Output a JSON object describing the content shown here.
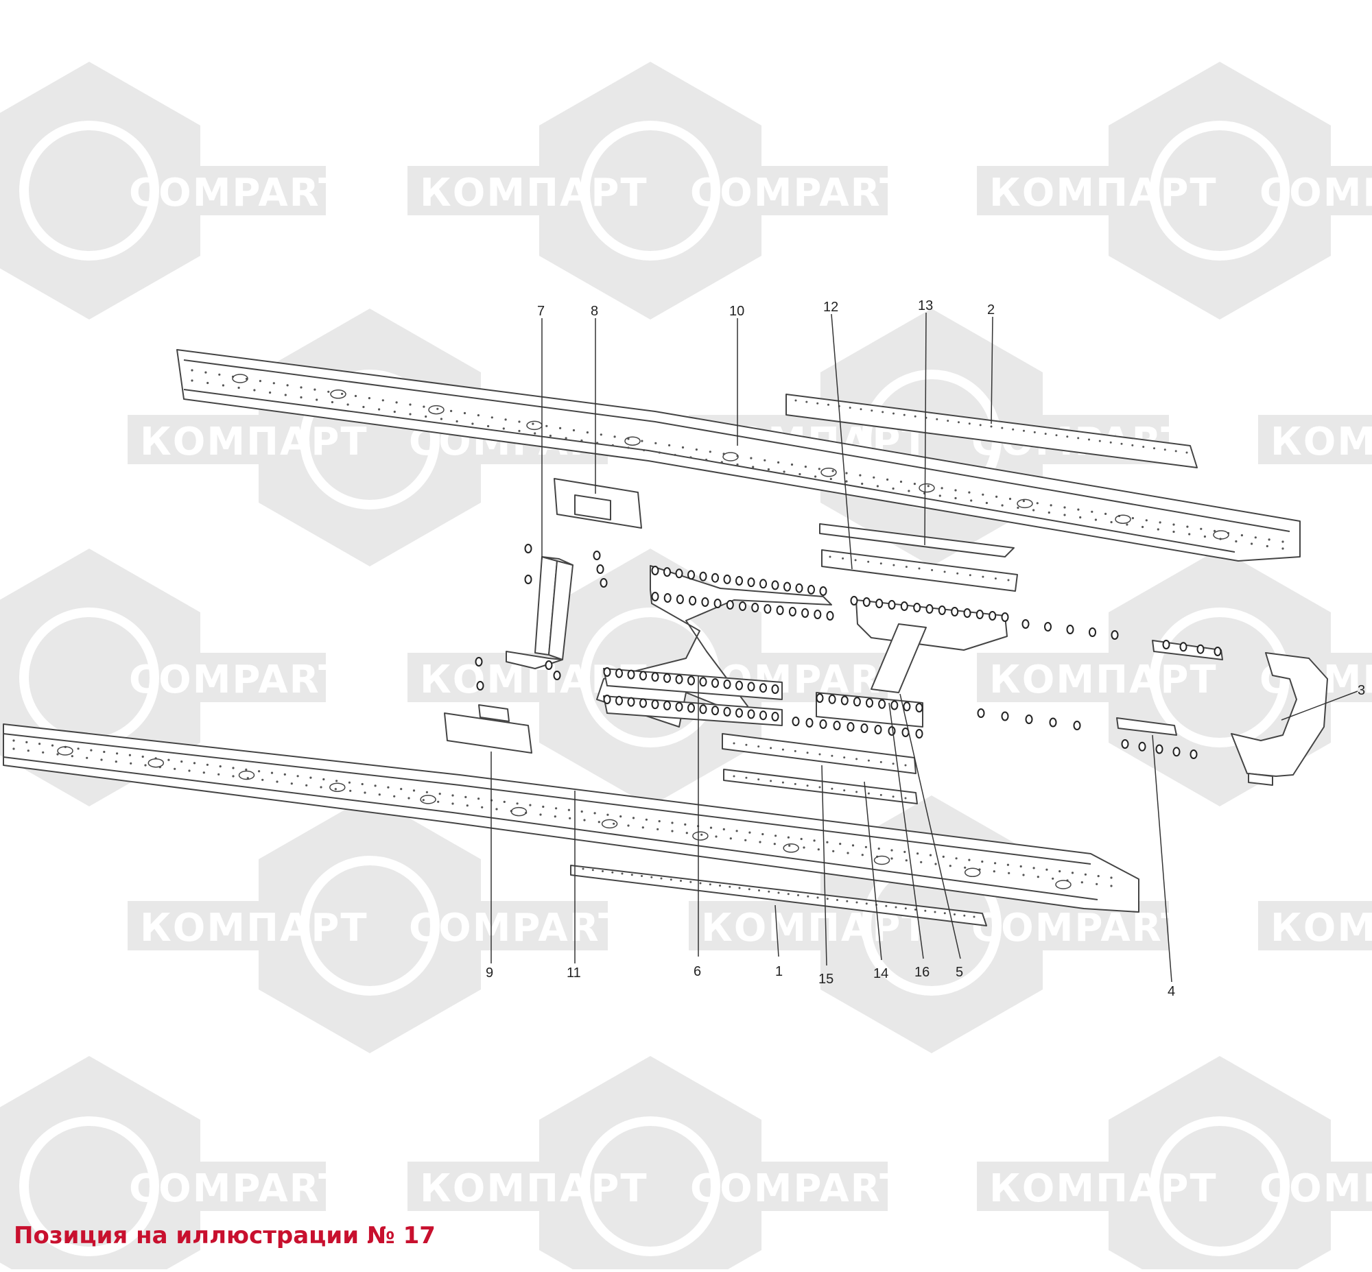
{
  "watermark": {
    "text_cyrillic": "КОМПАРТ",
    "text_latin": "COMPART",
    "color": "#e6e6e6"
  },
  "callouts": [
    "1",
    "2",
    "3",
    "4",
    "5",
    "6",
    "7",
    "8",
    "9",
    "10",
    "11",
    "12",
    "13",
    "14",
    "15",
    "16"
  ],
  "footer": {
    "caption": "Позиция на иллюстрации № 17",
    "color": "#c8102e"
  },
  "colors": {
    "line": "#444444",
    "part_fill": "#ffffff",
    "hole": "#555555"
  }
}
